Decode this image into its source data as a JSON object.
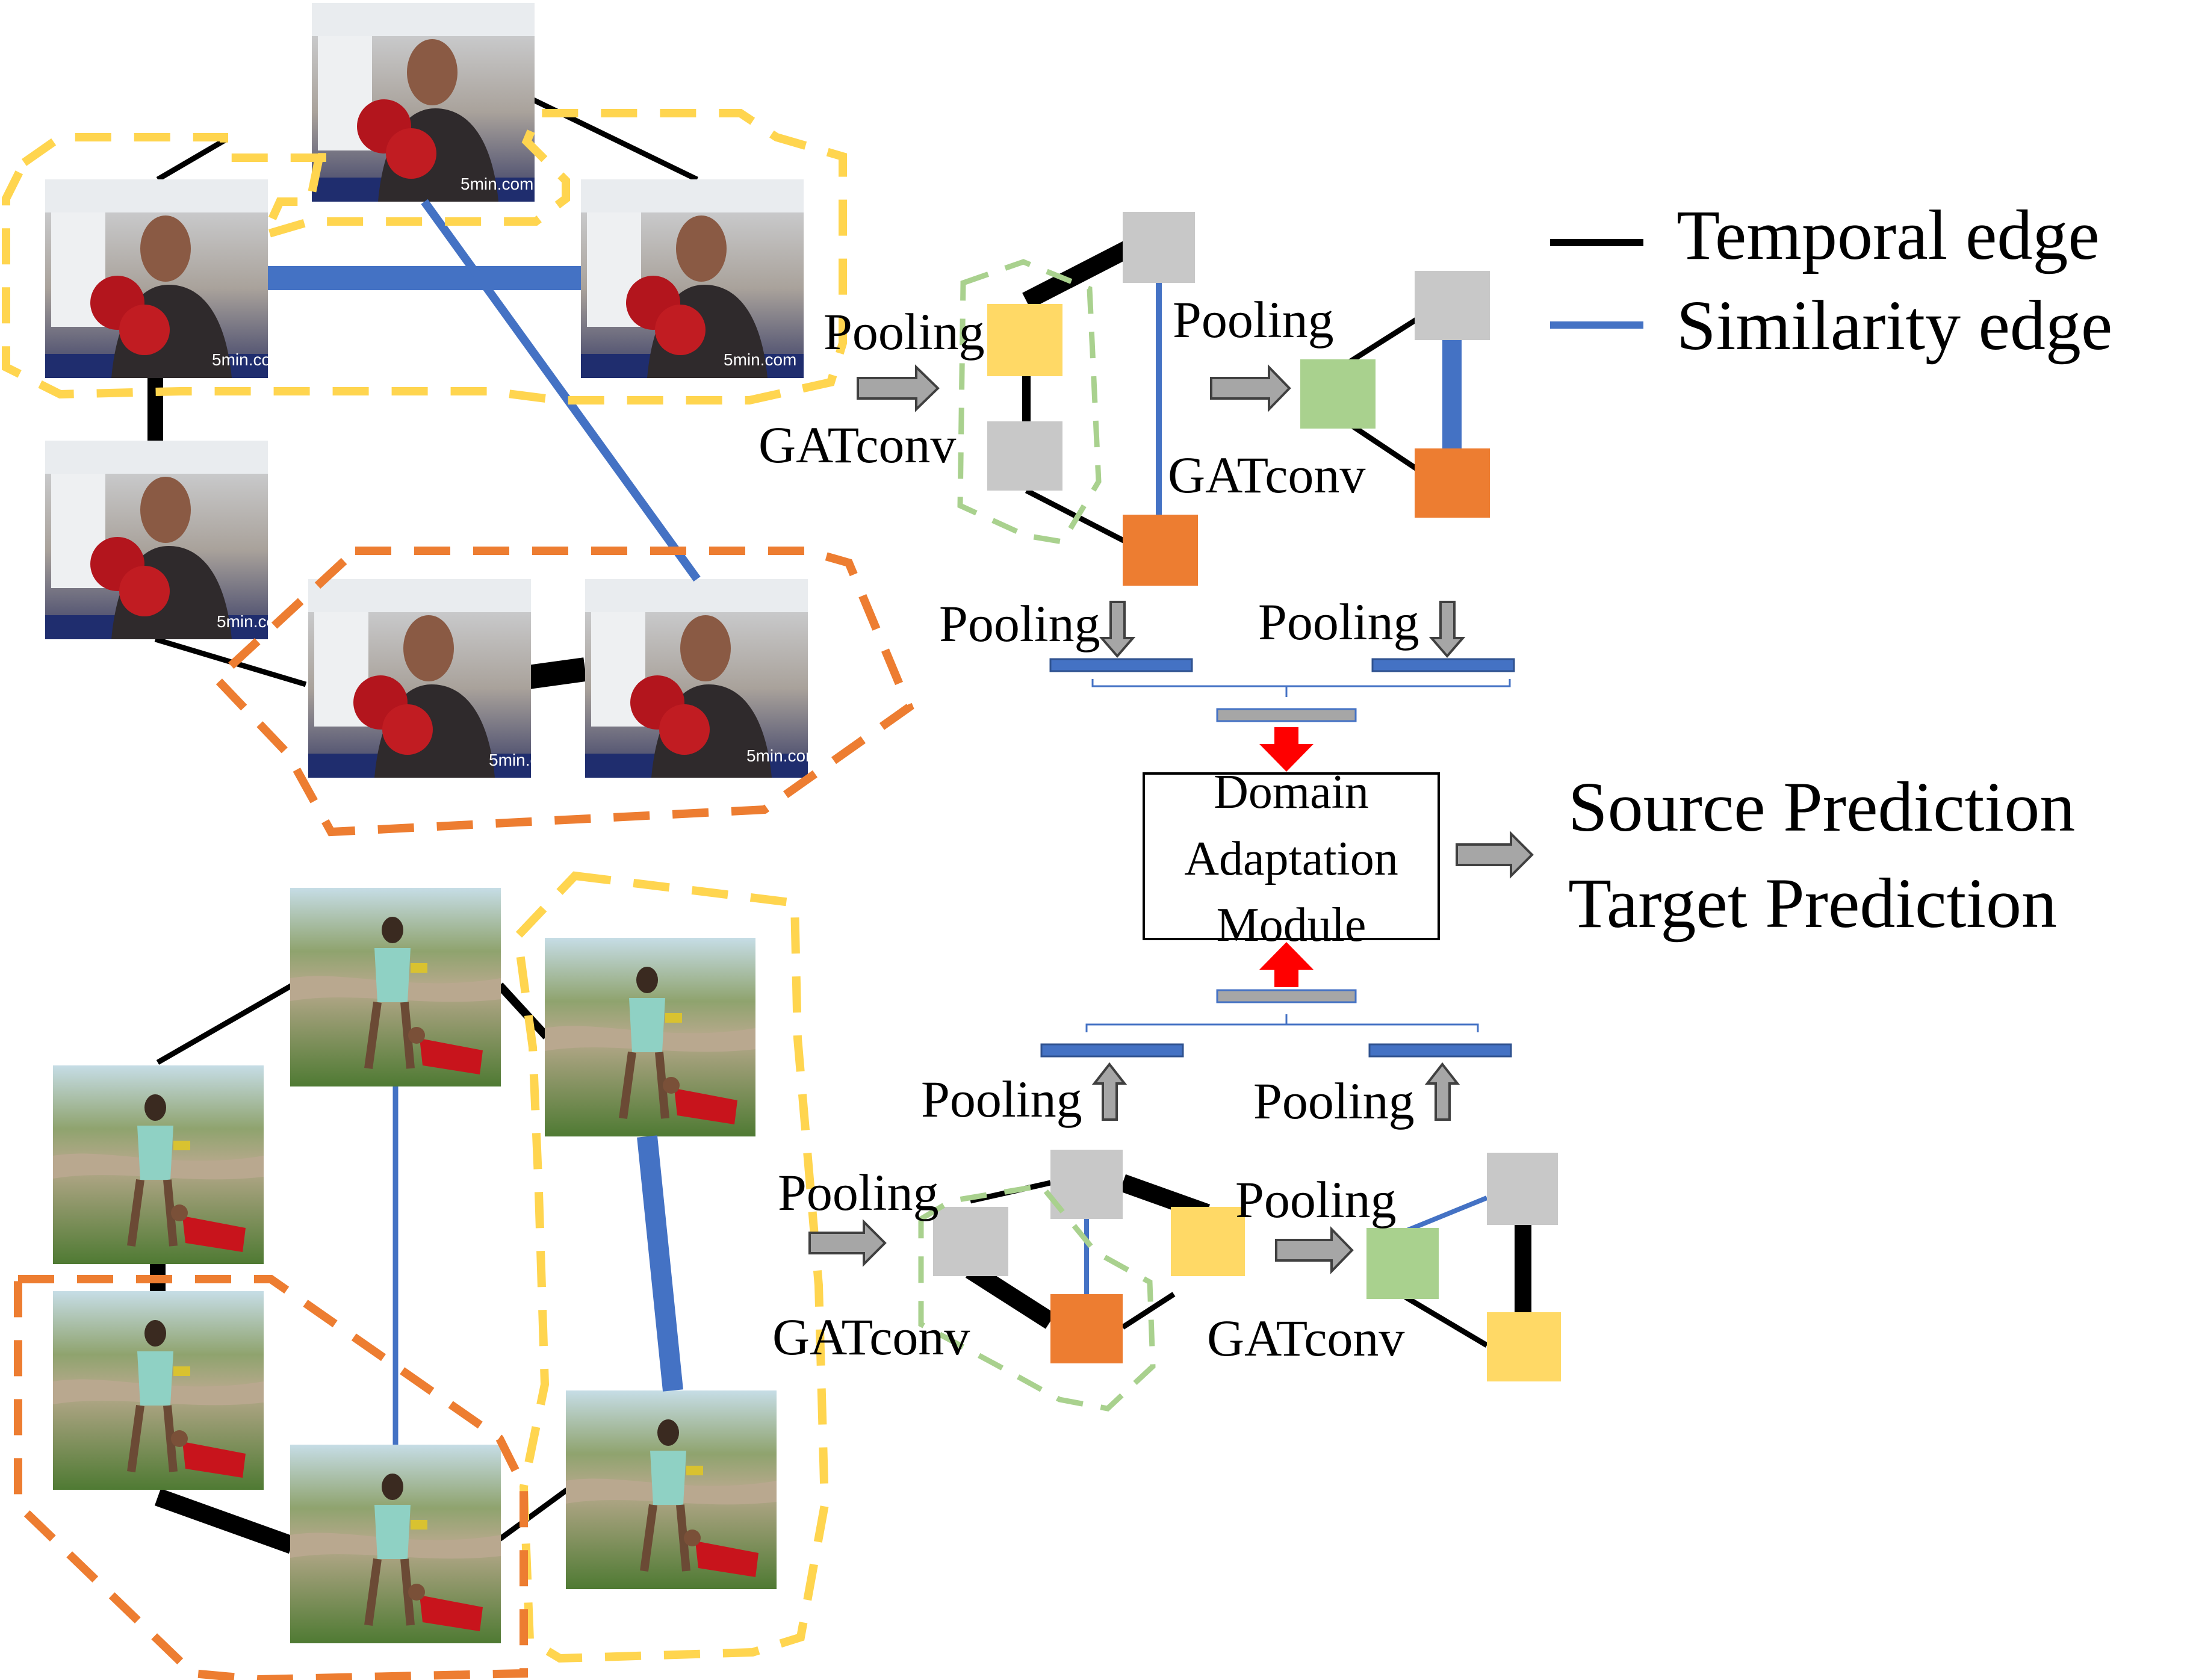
{
  "labels": {
    "pooling": "Pooling",
    "gatconv": "GATconv",
    "module_line1": "Domain",
    "module_line2": "Adaptation",
    "module_line3": "Module"
  },
  "legend": {
    "temporal": "Temporal edge",
    "similarity": "Similarity edge"
  },
  "outputs": {
    "source": "Source Prediction",
    "target": "Target Prediction"
  },
  "watermark": "5min.com",
  "colors": {
    "temporal_edge": "#000000",
    "similarity_edge": "#4472C4",
    "yellow_node": "#FFD966",
    "gray_node": "#C8C8C8",
    "orange_node": "#ED7D31",
    "green_node": "#A9D18E",
    "yellow_group": "#FFD54F",
    "orange_group": "#ED7D31",
    "green_group": "#A9D18E",
    "red_arrow": "#FF0000",
    "feature_bar": "#4472C4",
    "pooled_bar": "#A6A6A6"
  }
}
